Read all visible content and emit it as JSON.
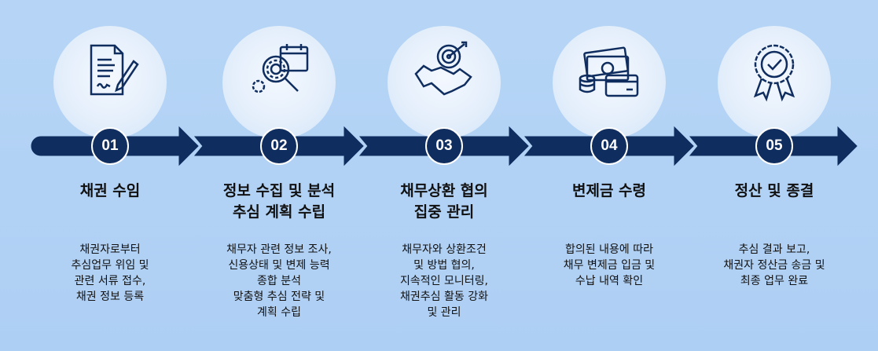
{
  "colors": {
    "background": "#b3d4f5",
    "navy": "#0f2d5e",
    "circle": "#e6effb"
  },
  "steps": [
    {
      "number": "01",
      "icon": "document-pen-icon",
      "title": [
        "채권 수임"
      ],
      "desc": [
        "채권자로부터",
        "추심업무 위임 및",
        "관련 서류 접수,",
        "채권 정보 등록"
      ]
    },
    {
      "number": "02",
      "icon": "magnifier-gear-calendar-icon",
      "title": [
        "정보 수집 및 분석",
        "추심 계획 수립"
      ],
      "desc": [
        "채무자 관련 정보 조사,",
        "신용상태 및 변제 능력",
        "종합 분석",
        "맞춤형 추심 전략 및",
        "계획 수립"
      ]
    },
    {
      "number": "03",
      "icon": "handshake-target-icon",
      "title": [
        "채무상환 협의",
        "집중 관리"
      ],
      "desc": [
        "채무자와 상환조건",
        "및 방법 협의,",
        "지속적인 모니터링,",
        "채권추심 활동 강화",
        "및 관리"
      ]
    },
    {
      "number": "04",
      "icon": "money-card-icon",
      "title": [
        "변제금 수령"
      ],
      "desc": [
        "합의된 내용에 따라",
        "채무 변제금 입금 및",
        "수납 내역 확인"
      ]
    },
    {
      "number": "05",
      "icon": "award-badge-icon",
      "title": [
        "정산 및 종결"
      ],
      "desc": [
        "추심 결과 보고,",
        "채권자 정산금 송금 및",
        "최종 업무 완료"
      ]
    }
  ]
}
